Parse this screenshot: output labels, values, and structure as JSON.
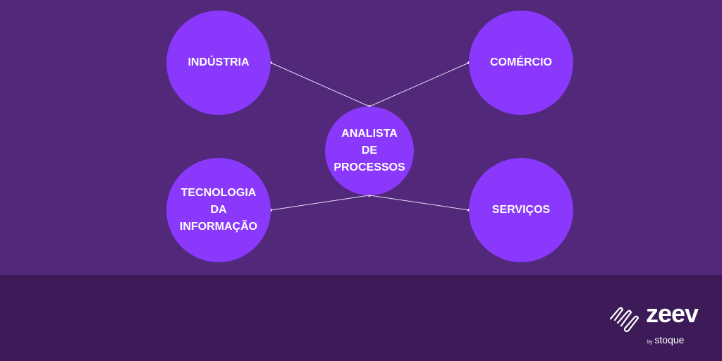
{
  "diagram": {
    "center": "ANALISTA\nDE\nPROCESSOS",
    "nodes": {
      "industria": "INDÚSTRIA",
      "comercio": "COMÉRCIO",
      "ti": "TECNOLOGIA\nDA\nINFORMAÇÃO",
      "servicos": "SERVIÇOS"
    }
  },
  "brand": {
    "name": "zeev",
    "by": "by",
    "company": "stoque"
  },
  "colors": {
    "background": "#52287b",
    "footer": "#3c1b58",
    "node": "#8a38fb"
  }
}
